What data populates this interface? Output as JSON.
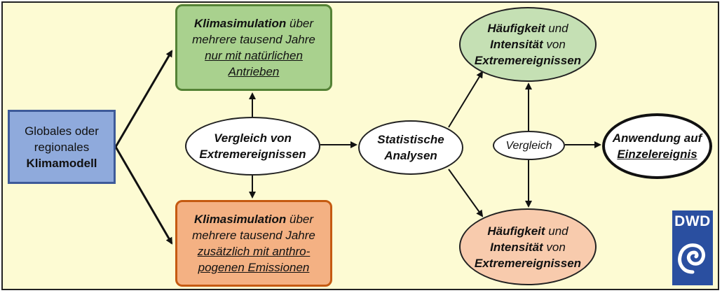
{
  "nodes": {
    "model": [
      "Globales oder",
      "regionales",
      "Klimamodell"
    ],
    "natural_sim": {
      "l1_bold": "Klimasimulation",
      "l1_rest": " über",
      "l2": "mehrere tausend Jahre",
      "l3": "nur mit natürlichen",
      "l4": "Antrieben"
    },
    "anthro_sim": {
      "l1_bold": "Klimasimulation",
      "l1_rest": " über",
      "l2": "mehrere tausend Jahre",
      "l3": "zusätzlich mit anthro-",
      "l4": "pogenen Emissionen"
    },
    "compare_extremes": [
      "Vergleich von",
      "Extremereignissen"
    ],
    "stat_analysis": [
      "Statistische",
      "Analysen"
    ],
    "freq_natural": {
      "l1_bold": "Häufigkeit",
      "l1_rest": " und",
      "l2_bold": "Intensität",
      "l2_rest": " von",
      "l3": "Extremereignissen"
    },
    "freq_anthro": {
      "l1_bold": "Häufigkeit",
      "l1_rest": " und",
      "l2_bold": "Intensität",
      "l2_rest": " von",
      "l3": "Extremereignissen"
    },
    "compare": "Vergleich",
    "application": {
      "l1": "Anwendung auf",
      "l2": "Einzelereignis"
    }
  },
  "logo": {
    "text": "DWD"
  },
  "colors": {
    "background": "#fdfbd3",
    "model_fill": "#8faadc",
    "natural_fill": "#a9d18e",
    "anthro_fill": "#f4b183",
    "freq_natural_fill": "#c5e0b4",
    "freq_anthro_fill": "#f8cbad",
    "logo_blue": "#2a4fa0"
  }
}
